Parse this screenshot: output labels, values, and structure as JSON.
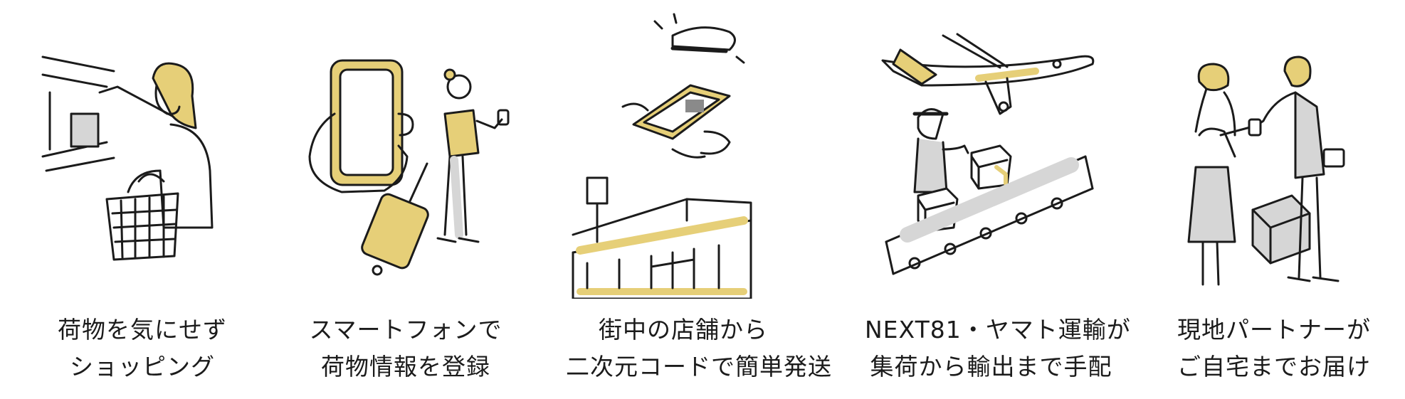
{
  "accent_color": "#e6cf78",
  "ink_color": "#1b1b1b",
  "gray_color": "#d6d6d6",
  "steps": [
    {
      "illustration": "shopping-woman-basket",
      "caption": [
        "荷物を気にせず",
        "ショッピング"
      ]
    },
    {
      "illustration": "smartphone-traveler",
      "caption": [
        "スマートフォンで",
        "荷物情報を登録"
      ]
    },
    {
      "illustration": "convenience-store-code",
      "caption": [
        "街中の店舗から",
        "二次元コードで簡単発送"
      ]
    },
    {
      "illustration": "airplane-conveyor",
      "caption": [
        "NEXT81・ヤマト運輸が",
        "集荷から輸出まで手配"
      ]
    },
    {
      "illustration": "delivery-handover",
      "caption": [
        "現地パートナーが",
        "ご自宅までお届け"
      ]
    }
  ]
}
